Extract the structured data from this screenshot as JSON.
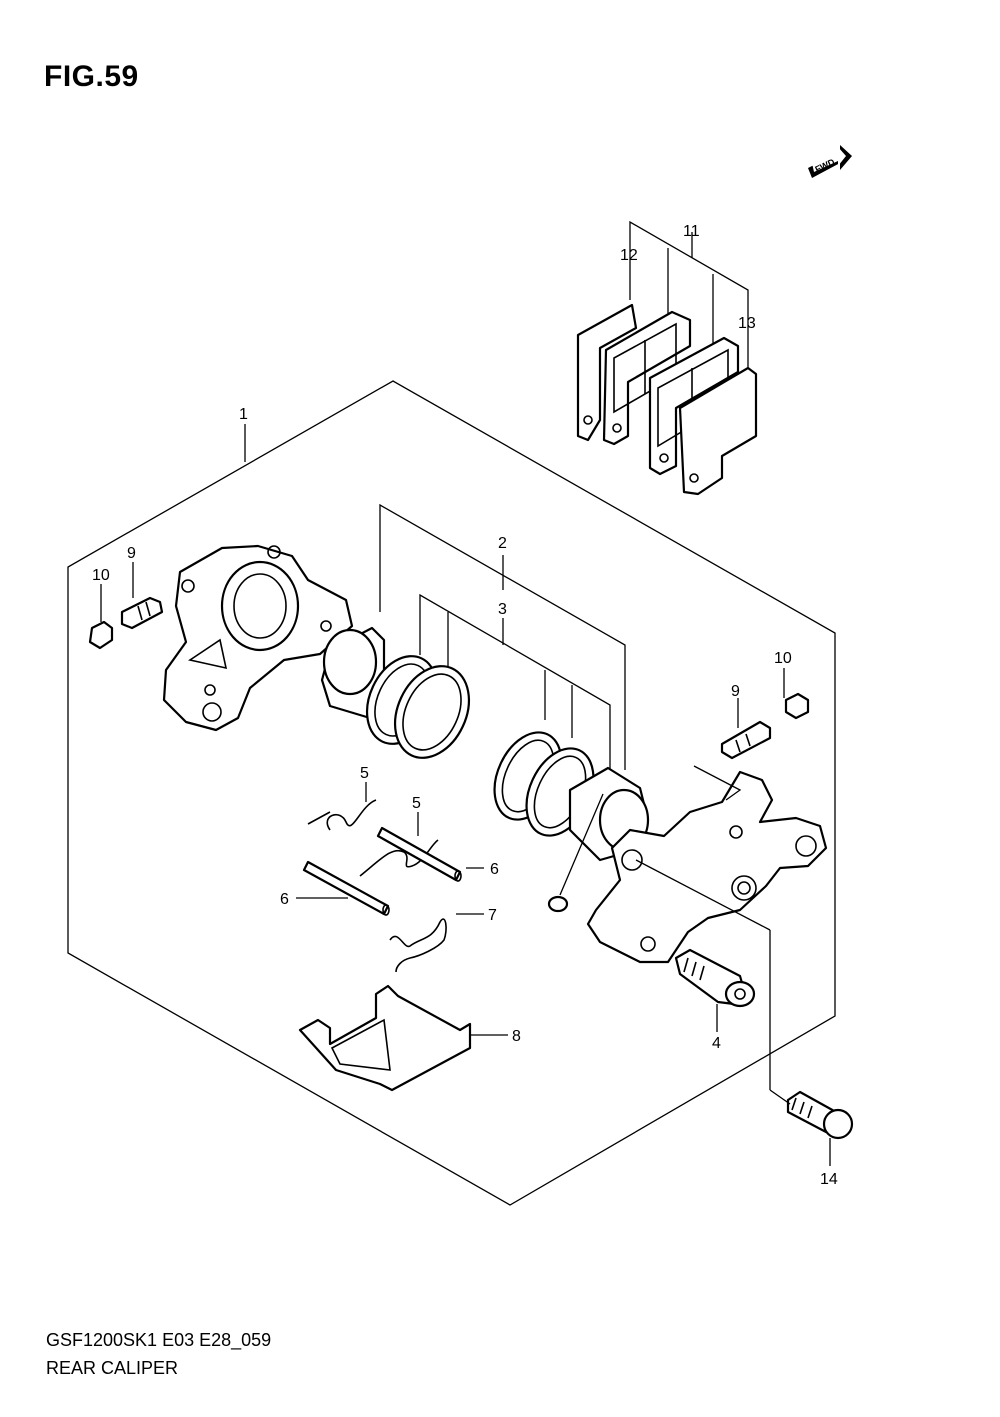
{
  "figure": {
    "title": "FIG.59",
    "model_code": "GSF1200SK1 E03 E28_059",
    "section_name": "REAR CALIPER",
    "fwd_label": "FWD"
  },
  "callouts": [
    {
      "id": "c1",
      "label": "1"
    },
    {
      "id": "c2",
      "label": "2"
    },
    {
      "id": "c3",
      "label": "3"
    },
    {
      "id": "c4",
      "label": "4"
    },
    {
      "id": "c5a",
      "label": "5"
    },
    {
      "id": "c5b",
      "label": "5"
    },
    {
      "id": "c6a",
      "label": "6"
    },
    {
      "id": "c6b",
      "label": "6"
    },
    {
      "id": "c7",
      "label": "7"
    },
    {
      "id": "c8",
      "label": "8"
    },
    {
      "id": "c9a",
      "label": "9"
    },
    {
      "id": "c9b",
      "label": "9"
    },
    {
      "id": "c10a",
      "label": "10"
    },
    {
      "id": "c10b",
      "label": "10"
    },
    {
      "id": "c11",
      "label": "11"
    },
    {
      "id": "c12",
      "label": "12"
    },
    {
      "id": "c13",
      "label": "13"
    },
    {
      "id": "c14",
      "label": "14"
    }
  ]
}
